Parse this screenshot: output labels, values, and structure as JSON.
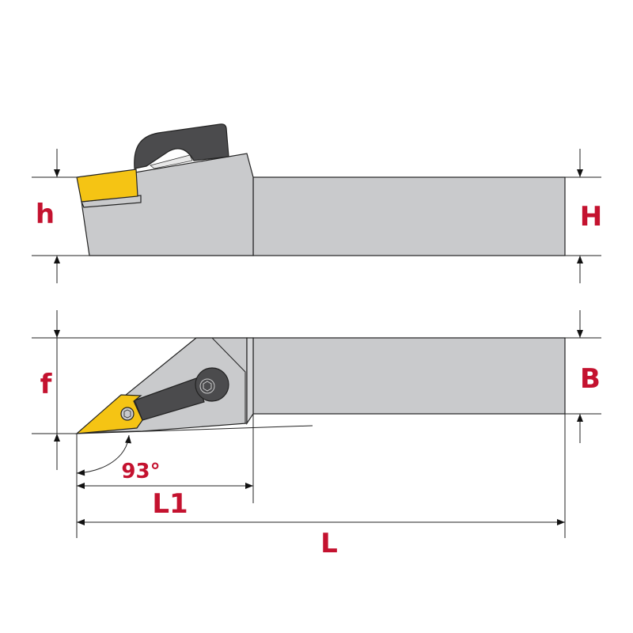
{
  "labels": {
    "h": "h",
    "H": "H",
    "f": "f",
    "B": "B",
    "angle": "93°",
    "L1": "L1",
    "L": "L"
  },
  "colors": {
    "body": "#c9cacc",
    "clamp": "#4b4b4d",
    "insert": "#f5c414",
    "dimension_text": "#c4122f"
  }
}
